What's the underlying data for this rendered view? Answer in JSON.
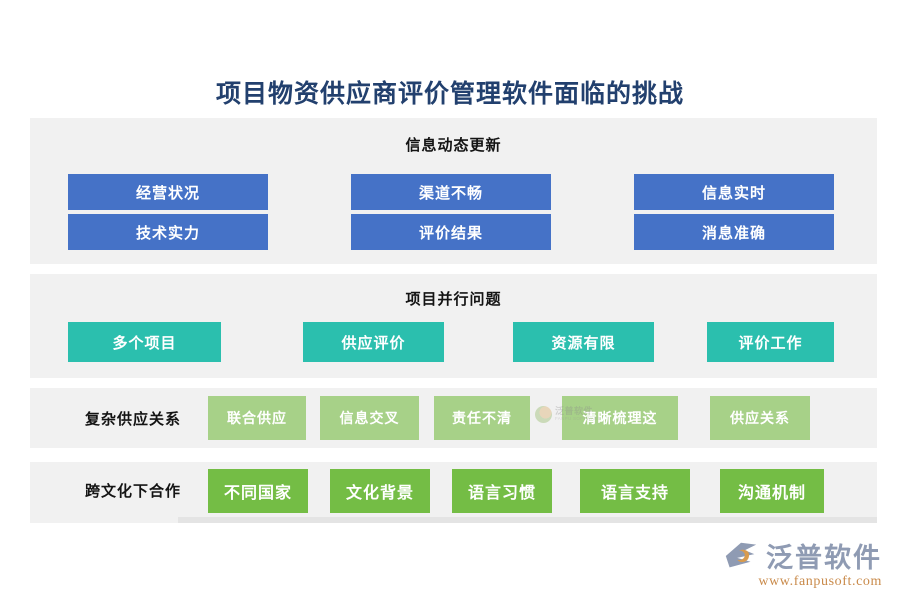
{
  "title": "项目物资供应商评价管理软件面临的挑战",
  "sections": [
    {
      "id": "info-dynamic-update",
      "heading": "信息动态更新",
      "layout": "grid-2rows",
      "color": "#4572c7",
      "chips": [
        {
          "label": "经营状况"
        },
        {
          "label": "渠道不畅"
        },
        {
          "label": "信息实时"
        },
        {
          "label": "技术实力"
        },
        {
          "label": "评价结果"
        },
        {
          "label": "消息准确"
        }
      ]
    },
    {
      "id": "parallel-projects",
      "heading": "项目并行问题",
      "layout": "single-row",
      "color": "#2bbfae",
      "chips": [
        {
          "label": "多个项目"
        },
        {
          "label": "供应评价"
        },
        {
          "label": "资源有限"
        },
        {
          "label": "评价工作"
        }
      ]
    },
    {
      "id": "complex-supply-relations",
      "heading": "",
      "row_label": "复杂供应关系",
      "layout": "label-row",
      "color": "#a7d188",
      "chips": [
        {
          "label": "联合供应"
        },
        {
          "label": "信息交叉"
        },
        {
          "label": "责任不清"
        },
        {
          "label": "清晰梳理这"
        },
        {
          "label": "供应关系"
        }
      ]
    },
    {
      "id": "cross-culture-cooperation",
      "heading": "",
      "row_label": "跨文化下合作",
      "layout": "label-row",
      "color": "#74bd45",
      "chips": [
        {
          "label": "不同国家"
        },
        {
          "label": "文化背景"
        },
        {
          "label": "语言习惯"
        },
        {
          "label": "语言支持"
        },
        {
          "label": "沟通机制"
        }
      ]
    }
  ],
  "watermarks": [
    {
      "name": "泛普软件",
      "url": "FANPU SOFTWARE"
    },
    {
      "name": "泛普软件",
      "url": "FANPU SOFTWARE"
    }
  ],
  "brand": {
    "name": "泛普软件",
    "url": "www.fanpusoft.com"
  },
  "palette": {
    "title": "#22406e",
    "panel_bg": "#f1f1f1",
    "panel_lip": "#e4e4e4",
    "blue": "#4572c7",
    "teal": "#2bbfae",
    "light_green": "#a7d188",
    "dark_green": "#74bd45",
    "heading_text": "#141414",
    "chip_text": "#ffffff",
    "page_bg": "#ffffff"
  }
}
